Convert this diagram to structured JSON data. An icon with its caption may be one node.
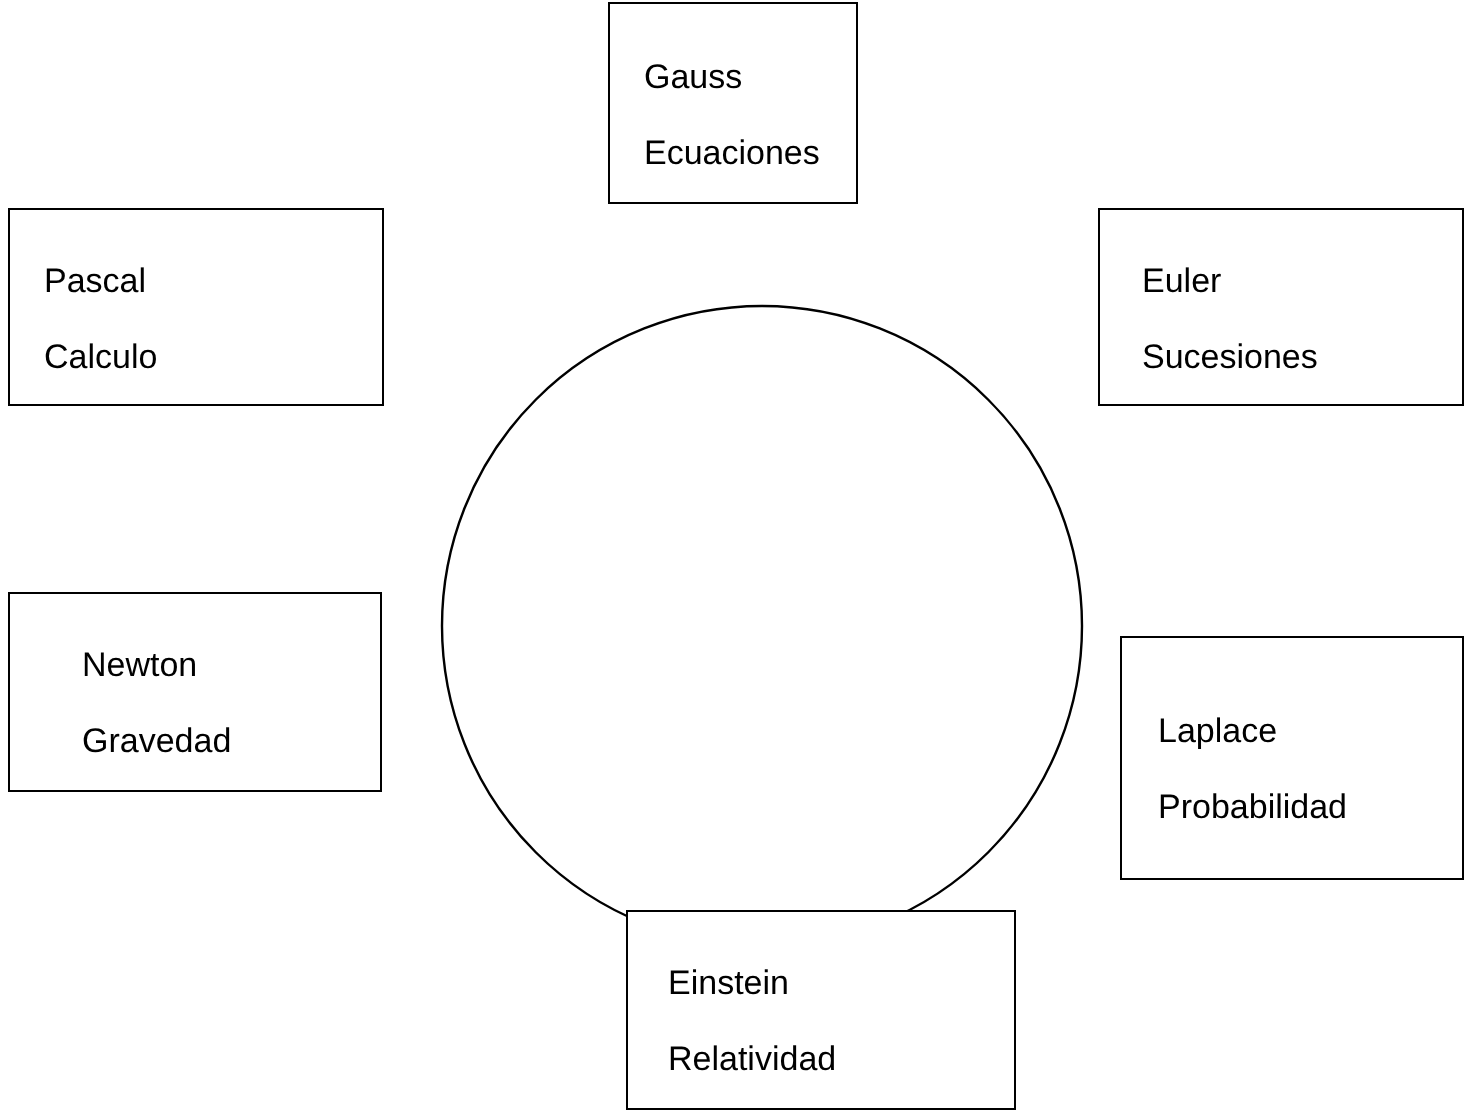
{
  "diagram": {
    "nodes": [
      {
        "text": [
          "Gauss",
          "Ecuaciones"
        ]
      },
      {
        "text": [
          "Pascal",
          "Calculo"
        ]
      },
      {
        "text": [
          "Euler",
          "Sucesiones"
        ]
      },
      {
        "text": [],
        "shape": "circle"
      },
      {
        "text": [
          "Newton",
          "Gravedad"
        ]
      },
      {
        "text": [
          "Laplace",
          "Probabilidad"
        ]
      },
      {
        "text": [
          "Einstein",
          "Relatividad"
        ]
      }
    ]
  }
}
